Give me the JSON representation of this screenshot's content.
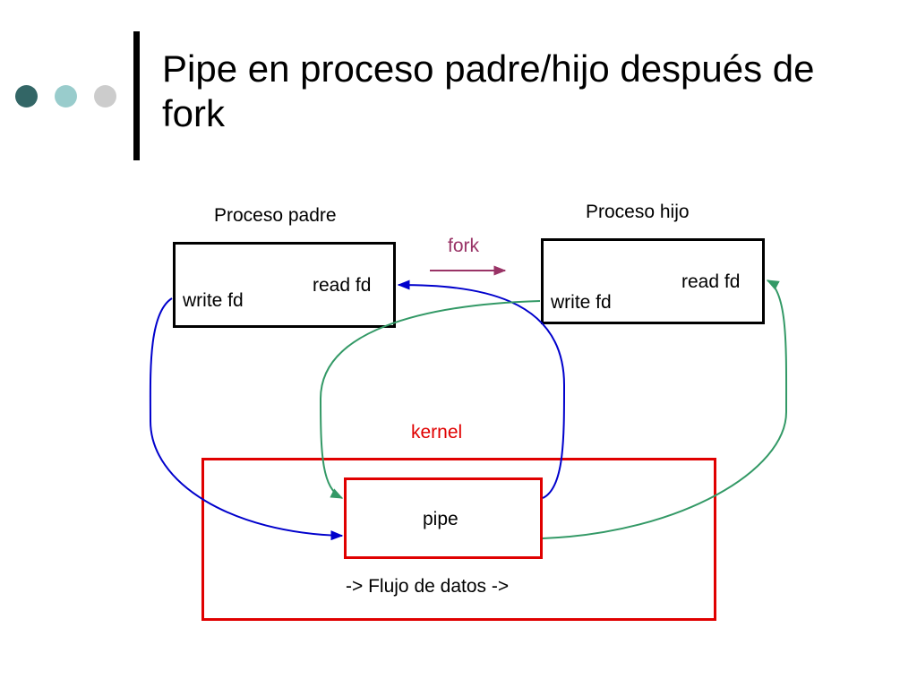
{
  "slide": {
    "title": "Pipe en proceso padre/hijo después de fork"
  },
  "diagram": {
    "parent_label": "Proceso padre",
    "child_label": "Proceso hijo",
    "fork_label": "fork",
    "parent_write": "write fd",
    "parent_read": "read fd",
    "child_write": "write fd",
    "child_read": "read fd",
    "kernel_label": "kernel",
    "pipe_label": "pipe",
    "flow_label": "-> Flujo de datos ->"
  },
  "colors": {
    "parent_flow": "#0000cc",
    "child_flow": "#339966",
    "kernel": "#e00000",
    "fork": "#993366",
    "bullet_dark": "#336666",
    "bullet_light": "#99cccc",
    "bullet_gray": "#cccccc"
  }
}
